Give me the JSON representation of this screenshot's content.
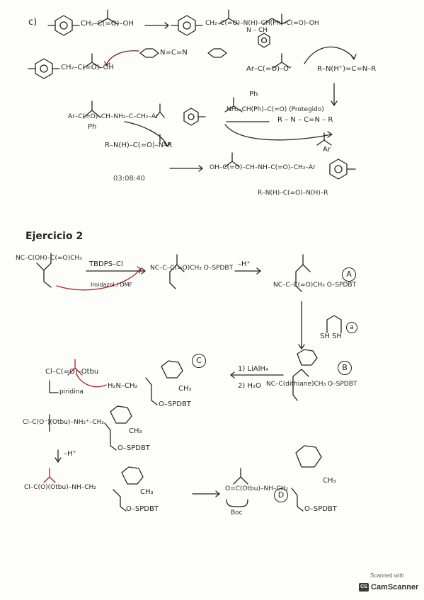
{
  "section_c": {
    "marker": "c)",
    "reactant_acid": "CH₂–C(=O)–OH",
    "product_amide": "CH₂–C(=O)–N(H)–CH(Ph)–C(=O)–OH",
    "product_nh": "N – CH",
    "reagent_dcc": "N=C=N",
    "acid_row2": "CH₂–C(=O)–OH",
    "carboxylate": "Ar–C(=O)–O⁻",
    "protonated_carbodiimide": "R–N(H⁺)=C=N–R",
    "isourea_label": "R – N – C=N – R",
    "amine_attack": "NH₂–CH(Ph)–C(=O) (Protegido)",
    "tetrahedral_int": "Ar–C(=O)–CH–NH₂–C–CH₂–Ar",
    "urea_byproduct": "R–N(H)–C(=O)–N–R",
    "timer": "03:08:40",
    "final_product": "OH–C(=O)–CH–NH–C(=O)–CH₂–Ar",
    "final_urea": "R–N(H)–C(=O)–N(H)–R",
    "ar": "Ar",
    "ph": "Ph"
  },
  "ejercicio2": {
    "heading": "Ejercicio 2",
    "start": "NC–C(OH)–C(=O)CH₃",
    "reagent": "TBDPS–Cl",
    "base": "Imidazol / DMF",
    "silylated": "NC–C–C(=O)CH₃  O–SPDBT",
    "deprotonation": "–H⁺",
    "compound_a": "NC–C–C(=O)CH₃  O–SPDBT",
    "label_a": "A",
    "dithiol": "SH SH",
    "label_a_small": "a",
    "compound_b": "NC–C(dithiane)CH₃  O–SPDBT",
    "label_b": "B",
    "lialh4": "1) LiAlH₄",
    "h2o": "2) H₂O",
    "boc_reagent": "Cl–C(=O)–Otbu",
    "pyridine": "piridina",
    "amine_c": "H₂N–CH₂",
    "label_c": "C",
    "o_spdbt": "O–SPDBT",
    "ch3": "CH₃",
    "tetra_int": "Cl–C(O⁻)(Otbu)–NH₂⁺–CH₂",
    "minus_h": "–H⁺",
    "carbamate_int": "Cl–C(O)(Otbu)–NH–CH₂",
    "product_d": "O=C(Otbu)–NH–CH₂",
    "boc_label": "Boc",
    "label_d": "D"
  },
  "scanner": {
    "scanned_with": "Scanned with",
    "brand": "CamScanner",
    "logo": "CS"
  }
}
